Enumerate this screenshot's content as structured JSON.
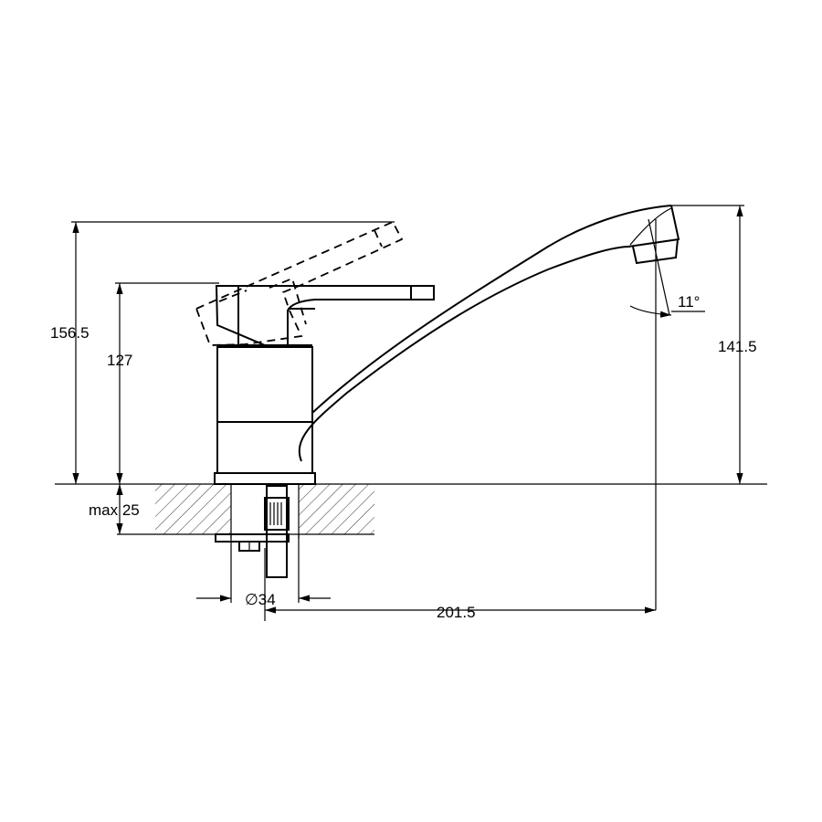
{
  "drawing": {
    "title": "Single-lever kitchen faucet dimension drawing",
    "dimensions": {
      "total_height": "156.5",
      "lever_height": "127",
      "max_counter_thickness": "max 25",
      "spout_height": "141.5",
      "spout_reach": "201.5",
      "diameter": "∅34",
      "spout_angle": "11°"
    }
  }
}
